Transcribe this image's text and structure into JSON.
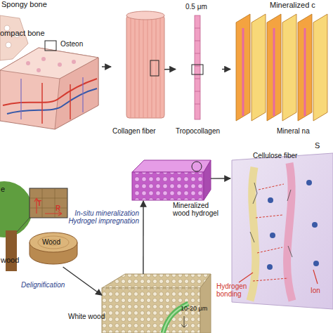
{
  "diagram": {
    "nodes": [
      {
        "text": [
          "Spongy bone",
          "ompact bone",
          "Osteon"
        ]
      },
      {
        "text": [
          "Collagen fiber"
        ]
      },
      {
        "text": [
          "0.5 μm",
          "Tropocollagen"
        ]
      },
      {
        "text": [
          "Mineralized c",
          "Mineral na"
        ]
      },
      {
        "text": [
          "e",
          "Wood",
          "wood"
        ]
      },
      {
        "text": [
          "White wood",
          "10-20 μm"
        ]
      },
      {
        "text": [
          "Mineralized wood hydrogel"
        ]
      },
      {
        "text": [
          "S",
          "Cellulose fiber",
          "Hydrogen bonding",
          "Ion"
        ]
      }
    ],
    "edges": [
      {
        "from": 0,
        "to": 1,
        "arrow": "to"
      },
      {
        "from": 1,
        "to": 2,
        "arrow": "to"
      },
      {
        "from": 2,
        "to": 3,
        "arrow": "to"
      },
      {
        "from": 4,
        "to": 5,
        "label": "Delignification",
        "arrow": "to"
      },
      {
        "from": 5,
        "to": 6,
        "label": "In-situ mineralization Hydrogel impregnation",
        "arrow": "to"
      },
      {
        "from": 6,
        "to": 7,
        "arrow": "to"
      }
    ],
    "labels": [
      "T",
      "R"
    ]
  }
}
